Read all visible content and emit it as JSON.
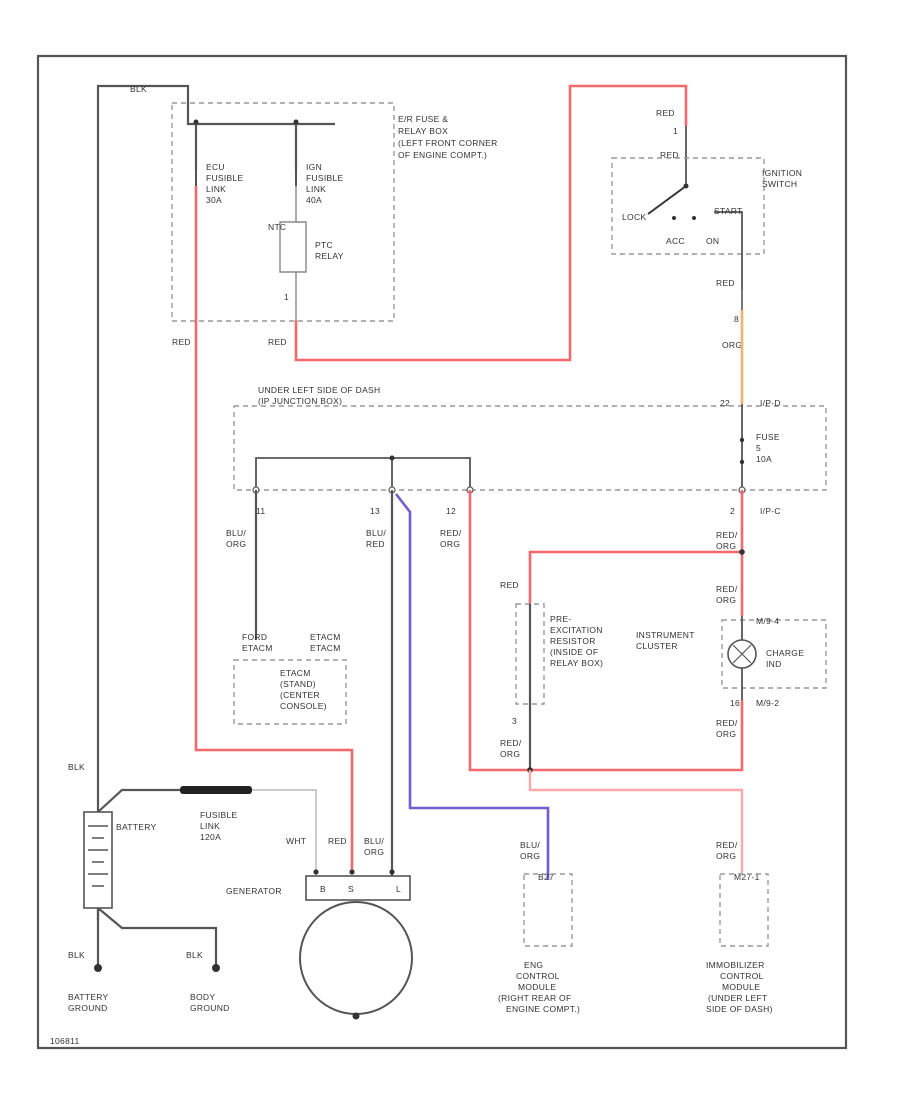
{
  "colors": {
    "red_wire": "#f4676a",
    "orange_wire": "#f6b26b",
    "blue_wire": "#6e5fd0",
    "black_wire": "#555555"
  },
  "labels": {
    "blk_top": "BLK",
    "relay_box": [
      "E/R FUSE &",
      "RELAY BOX",
      "(LEFT FRONT CORNER",
      "OF ENGINE COMPT.)"
    ],
    "ecu_link": [
      "ECU",
      "FUSIBLE",
      "LINK",
      "30A"
    ],
    "ign_link": [
      "IGN",
      "FUSIBLE",
      "LINK",
      "40A"
    ],
    "ntc_relay": [
      "NTC",
      "PTC",
      "RELAY"
    ],
    "conn_top": "1",
    "red_left": "RED",
    "red_mid": "RED",
    "sw_red": "RED",
    "sw_pin": "1",
    "sw_red2": "RED",
    "ignition_switch": [
      "IGNITION",
      "SWITCH"
    ],
    "lock": "LOCK",
    "start": "START",
    "acc": "ACC",
    "on": "ON",
    "red_sw_out": "RED",
    "pin_8": "8",
    "org_1": "ORG",
    "junction_box": [
      "UNDER LEFT SIDE OF DASH",
      "(IP JUNCTION BOX)"
    ],
    "pin_22": "22",
    "ipd": "I/P-D",
    "fuse": [
      "FUSE",
      "5",
      "10A"
    ],
    "pin_11": "11",
    "pin_13": "13",
    "pin_12": "12",
    "pin_2": "2",
    "ipc": "I/P-C",
    "blu_org_1": [
      "BLU/",
      "ORG"
    ],
    "blu_red": [
      "BLU/",
      "RED"
    ],
    "red_org_1": [
      "RED/",
      "ORG"
    ],
    "red_org_2": [
      "RED/",
      "ORG"
    ],
    "red_org_3": [
      "RED/",
      "ORG"
    ],
    "red_pre": "RED",
    "pre_excitation": [
      "PRE-",
      "EXCITATION",
      "RESISTOR",
      "(INSIDE OF",
      "RELAY BOX)"
    ],
    "instrument_cluster": [
      "INSTRUMENT",
      "CLUSTER"
    ],
    "m454": "M/9-4",
    "charge_ind": [
      "CHARGE",
      "IND"
    ],
    "m92": "M/9-2",
    "pin_16": "16",
    "red_org_4": [
      "RED/",
      "ORG"
    ],
    "etacm": [
      "ETACM",
      "(STAND)",
      "(CENTER",
      "CONSOLE)"
    ],
    "etacm_hdr": [
      "FORD",
      "ETACM"
    ],
    "etacm_side": [
      "ETACM",
      "ETACM"
    ],
    "pin_3": "3",
    "red_org_5": [
      "RED/",
      "ORG"
    ],
    "blk_batt": "BLK",
    "battery": "BATTERY",
    "fusible_link_120": [
      "FUSIBLE",
      "LINK",
      "120A"
    ],
    "wht": "WHT",
    "red_gen": "RED",
    "blu_org_gen": [
      "BLU/",
      "ORG"
    ],
    "generator": "GENERATOR",
    "gen_b": "B",
    "gen_s": "S",
    "gen_l": "L",
    "blu_org_2": [
      "BLU/",
      "ORG"
    ],
    "red_org_6": [
      "RED/",
      "ORG"
    ],
    "ecm_hdr": "B27",
    "immo_hdr": "M27-1",
    "blk_g1": "BLK",
    "blk_g2": "BLK",
    "battery_ground": [
      "BATTERY",
      "GROUND"
    ],
    "body_ground": [
      "BODY",
      "GROUND"
    ],
    "engine_control": [
      "ENG",
      "CONTROL",
      "MODULE",
      "(RIGHT REAR OF",
      "ENGINE COMPT.)"
    ],
    "immobilizer": [
      "IMMOBILIZER",
      "CONTROL",
      "MODULE",
      "(UNDER LEFT",
      "SIDE OF DASH)"
    ],
    "footer": "106811"
  }
}
